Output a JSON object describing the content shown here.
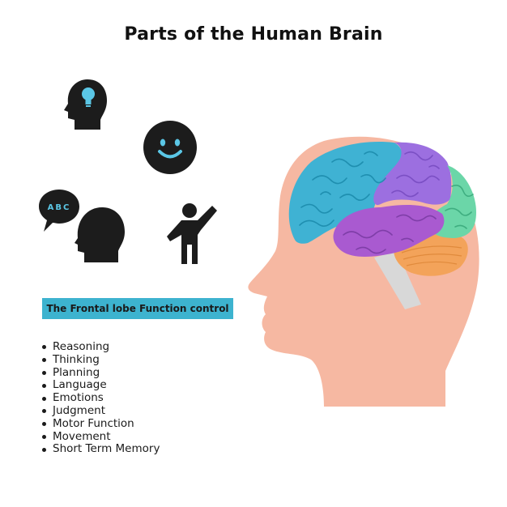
{
  "title": "Parts of the Human Brain",
  "icons": {
    "idea": "head-lightbulb-icon",
    "smile": "smiley-face-icon",
    "speech": "speaking-head-icon",
    "speech_bubble_text": "ABC",
    "person": "person-waving-icon"
  },
  "banner": "The Frontal lobe Function control",
  "functions": [
    "Reasoning",
    "Thinking",
    "Planning",
    "Language",
    "Emotions",
    "Judgment",
    "Motor Function",
    "Movement",
    "Short Term Memory"
  ],
  "colors": {
    "skin": "#f6b8a2",
    "frontal_lobe": "#3fb2d3",
    "parietal_lobe": "#9c6fe0",
    "occipital_lobe": "#6bd6a8",
    "temporal_lobe": "#a95ad0",
    "cerebellum": "#f3a35a",
    "brainstem": "#d8d8d8",
    "banner": "#3db3cf",
    "icons": "#1c1c1c",
    "icon_accent": "#5bc7e6"
  }
}
